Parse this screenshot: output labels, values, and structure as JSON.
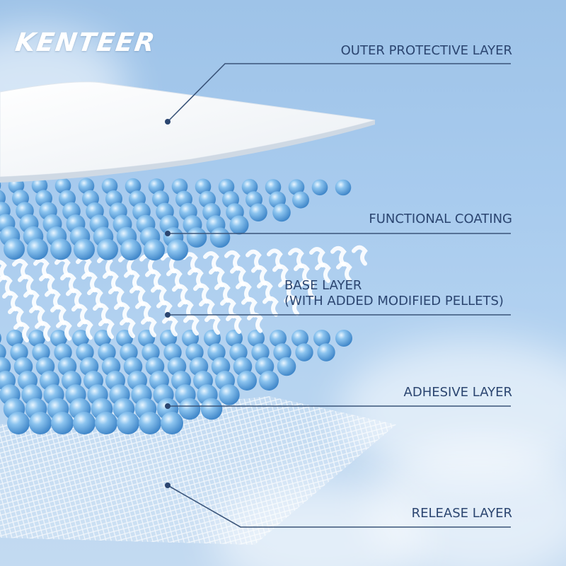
{
  "brand": {
    "logo_text": "KENTEER"
  },
  "layers": [
    {
      "label": "OUTER PROTECTIVE LAYER"
    },
    {
      "label": "FUNCTIONAL COATING"
    },
    {
      "label_line1": "BASE LAYER",
      "label_line2": "(WITH ADDED MODIFIED PELLETS)"
    },
    {
      "label": "ADHESIVE LAYER"
    },
    {
      "label": "RELEASE LAYER"
    }
  ],
  "colors": {
    "label_text": "#2b4570",
    "leader_line": "#3a5479",
    "sphere": "#6fb0e6",
    "sky": "#a8cbee"
  }
}
